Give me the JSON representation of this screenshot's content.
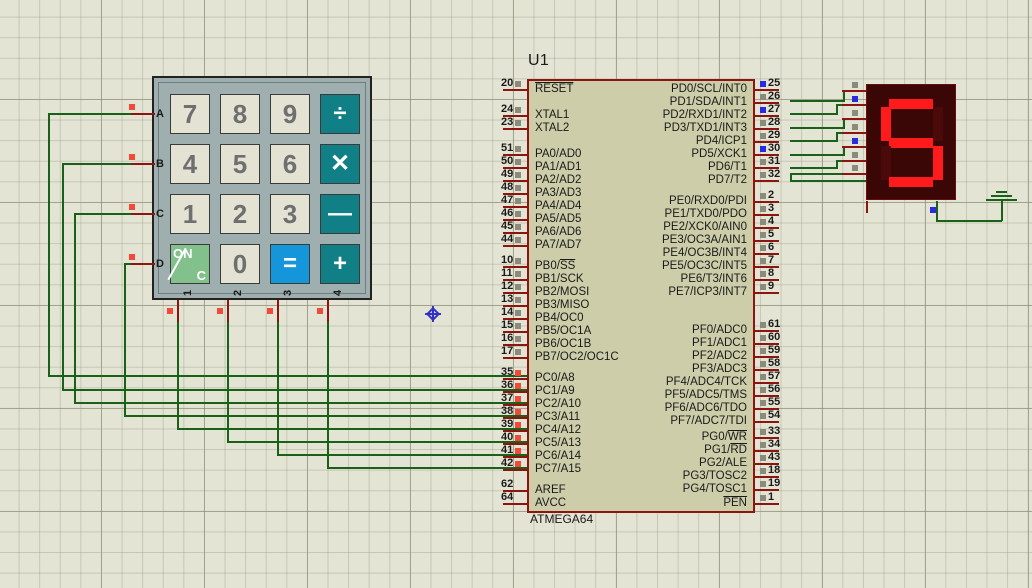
{
  "app": {
    "kind": "proteus-schematic-capture",
    "background_color": "#e4e4d4",
    "wire_color": "#196119",
    "pin_lead_color": "#8e1410"
  },
  "mcu": {
    "reference": "U1",
    "part_number": "ATMEGA64",
    "body_color": "#cdcdaa",
    "left_pins": [
      {
        "num": "20",
        "name": "RESET",
        "overline": true,
        "state": "grey"
      },
      {
        "num": "24",
        "name": "XTAL1",
        "state": "grey"
      },
      {
        "num": "23",
        "name": "XTAL2",
        "state": "grey"
      },
      {
        "num": "51",
        "name": "PA0/AD0",
        "state": "grey"
      },
      {
        "num": "50",
        "name": "PA1/AD1",
        "state": "grey"
      },
      {
        "num": "49",
        "name": "PA2/AD2",
        "state": "grey"
      },
      {
        "num": "48",
        "name": "PA3/AD3",
        "state": "grey"
      },
      {
        "num": "47",
        "name": "PA4/AD4",
        "state": "grey"
      },
      {
        "num": "46",
        "name": "PA5/AD5",
        "state": "grey"
      },
      {
        "num": "45",
        "name": "PA6/AD6",
        "state": "grey"
      },
      {
        "num": "44",
        "name": "PA7/AD7",
        "state": "grey"
      },
      {
        "num": "10",
        "name": "PB0/SS",
        "overline_tail": "SS",
        "state": "grey"
      },
      {
        "num": "11",
        "name": "PB1/SCK",
        "state": "grey"
      },
      {
        "num": "12",
        "name": "PB2/MOSI",
        "state": "grey"
      },
      {
        "num": "13",
        "name": "PB3/MISO",
        "state": "grey"
      },
      {
        "num": "14",
        "name": "PB4/OC0",
        "state": "grey"
      },
      {
        "num": "15",
        "name": "PB5/OC1A",
        "state": "grey"
      },
      {
        "num": "16",
        "name": "PB6/OC1B",
        "state": "grey"
      },
      {
        "num": "17",
        "name": "PB7/OC2/OC1C",
        "state": "grey"
      },
      {
        "num": "35",
        "name": "PC0/A8",
        "state": "red"
      },
      {
        "num": "36",
        "name": "PC1/A9",
        "state": "red"
      },
      {
        "num": "37",
        "name": "PC2/A10",
        "state": "red"
      },
      {
        "num": "38",
        "name": "PC3/A11",
        "state": "red"
      },
      {
        "num": "39",
        "name": "PC4/A12",
        "state": "red"
      },
      {
        "num": "40",
        "name": "PC5/A13",
        "state": "red"
      },
      {
        "num": "41",
        "name": "PC6/A14",
        "state": "red"
      },
      {
        "num": "42",
        "name": "PC7/A15",
        "state": "red"
      },
      {
        "num": "62",
        "name": "AREF",
        "state": "none"
      },
      {
        "num": "64",
        "name": "AVCC",
        "state": "none"
      }
    ],
    "right_pins": [
      {
        "num": "25",
        "name": "PD0/SCL/INT0",
        "state": "blue"
      },
      {
        "num": "26",
        "name": "PD1/SDA/INT1",
        "state": "grey"
      },
      {
        "num": "27",
        "name": "PD2/RXD1/INT2",
        "state": "blue"
      },
      {
        "num": "28",
        "name": "PD3/TXD1/INT3",
        "state": "grey"
      },
      {
        "num": "29",
        "name": "PD4/ICP1",
        "state": "grey"
      },
      {
        "num": "30",
        "name": "PD5/XCK1",
        "state": "blue"
      },
      {
        "num": "31",
        "name": "PD6/T1",
        "state": "grey"
      },
      {
        "num": "32",
        "name": "PD7/T2",
        "state": "grey"
      },
      {
        "num": "2",
        "name": "PE0/RXD0/PDI",
        "state": "grey"
      },
      {
        "num": "3",
        "name": "PE1/TXD0/PDO",
        "state": "grey"
      },
      {
        "num": "4",
        "name": "PE2/XCK0/AIN0",
        "state": "grey"
      },
      {
        "num": "5",
        "name": "PE3/OC3A/AIN1",
        "state": "grey"
      },
      {
        "num": "6",
        "name": "PE4/OC3B/INT4",
        "state": "grey"
      },
      {
        "num": "7",
        "name": "PE5/OC3C/INT5",
        "state": "grey"
      },
      {
        "num": "8",
        "name": "PE6/T3/INT6",
        "state": "grey"
      },
      {
        "num": "9",
        "name": "PE7/ICP3/INT7",
        "state": "grey"
      },
      {
        "num": "61",
        "name": "PF0/ADC0",
        "state": "grey"
      },
      {
        "num": "60",
        "name": "PF1/ADC1",
        "state": "grey"
      },
      {
        "num": "59",
        "name": "PF2/ADC2",
        "state": "grey"
      },
      {
        "num": "58",
        "name": "PF3/ADC3",
        "state": "grey"
      },
      {
        "num": "57",
        "name": "PF4/ADC4/TCK",
        "state": "grey"
      },
      {
        "num": "56",
        "name": "PF5/ADC5/TMS",
        "state": "grey"
      },
      {
        "num": "55",
        "name": "PF6/ADC6/TDO",
        "state": "grey"
      },
      {
        "num": "54",
        "name": "PF7/ADC7/TDI",
        "state": "grey"
      },
      {
        "num": "33",
        "name": "PG0/WR",
        "overline_tail": "WR",
        "state": "grey"
      },
      {
        "num": "34",
        "name": "PG1/RD",
        "overline_tail": "RD",
        "state": "grey"
      },
      {
        "num": "43",
        "name": "PG2/ALE",
        "state": "grey"
      },
      {
        "num": "18",
        "name": "PG3/TOSC2",
        "state": "grey"
      },
      {
        "num": "19",
        "name": "PG4/TOSC1",
        "state": "grey"
      },
      {
        "num": "1",
        "name": "PEN",
        "overline": true,
        "state": "grey"
      }
    ]
  },
  "keypad": {
    "body_color": "#9fafaf",
    "row_labels": [
      "A",
      "B",
      "C",
      "D"
    ],
    "col_labels": [
      "1",
      "2",
      "3",
      "4"
    ],
    "keys": [
      [
        {
          "label": "7",
          "style": "num"
        },
        {
          "label": "8",
          "style": "num"
        },
        {
          "label": "9",
          "style": "num"
        },
        {
          "label": "÷",
          "style": "op"
        }
      ],
      [
        {
          "label": "4",
          "style": "num"
        },
        {
          "label": "5",
          "style": "num"
        },
        {
          "label": "6",
          "style": "num"
        },
        {
          "label": "✕",
          "style": "op"
        }
      ],
      [
        {
          "label": "1",
          "style": "num"
        },
        {
          "label": "2",
          "style": "num"
        },
        {
          "label": "3",
          "style": "num"
        },
        {
          "label": "—",
          "style": "op"
        }
      ],
      [
        {
          "label": "ON/C",
          "style": "onc",
          "on_text": "ON",
          "c_text": "C"
        },
        {
          "label": "0",
          "style": "num"
        },
        {
          "label": "=",
          "style": "eq"
        },
        {
          "label": "+",
          "style": "op"
        }
      ]
    ]
  },
  "display": {
    "type": "7-segment",
    "digit": "5",
    "segments": {
      "a": true,
      "b": false,
      "c": true,
      "d": true,
      "e": false,
      "f": true,
      "g": true
    },
    "on_color": "#ff1b1b",
    "off_color": "#4a0a0a",
    "body_color": "#3a0606",
    "pin_states": [
      "grey",
      "blue",
      "grey",
      "grey",
      "blue",
      "grey",
      "grey"
    ],
    "common_pin_state": "blue"
  },
  "ground": {
    "symbol": "GND"
  },
  "cursor": {
    "marker": "origin-crosshair"
  }
}
